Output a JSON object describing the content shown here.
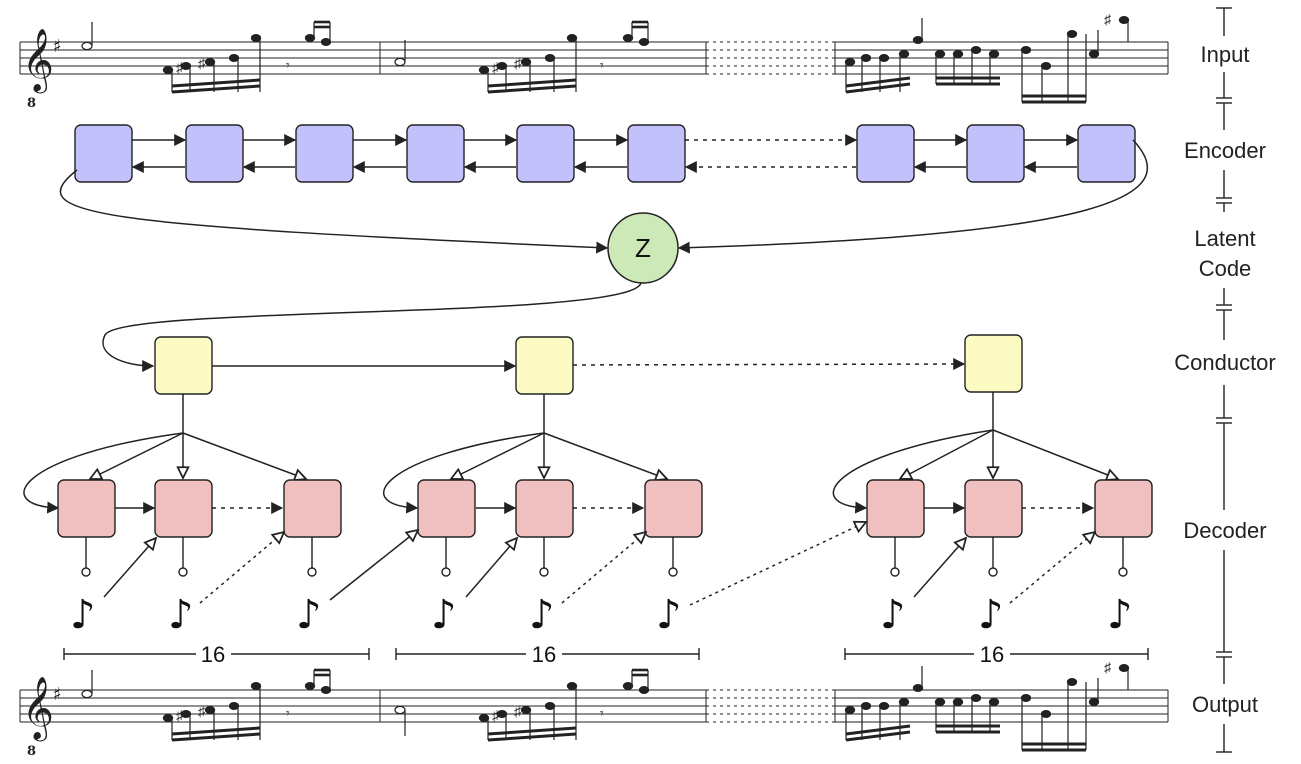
{
  "labels": {
    "input": "Input",
    "encoder": "Encoder",
    "latent_line1": "Latent",
    "latent_line2": "Code",
    "conductor": "Conductor",
    "decoder": "Decoder",
    "output": "Output"
  },
  "latent_symbol": "Z",
  "span_labels": [
    "16",
    "16",
    "16"
  ],
  "clef_octave": "8",
  "colors": {
    "encoder_fill": "#c3c1fb",
    "latent_fill": "#cde9b8",
    "conductor_fill": "#fdfbc4",
    "decoder_fill": "#f0c0c0",
    "stroke": "#222222"
  },
  "icons": {
    "note": "eighth-note-icon",
    "clef": "treble-clef-icon",
    "sharp": "sharp-icon"
  }
}
